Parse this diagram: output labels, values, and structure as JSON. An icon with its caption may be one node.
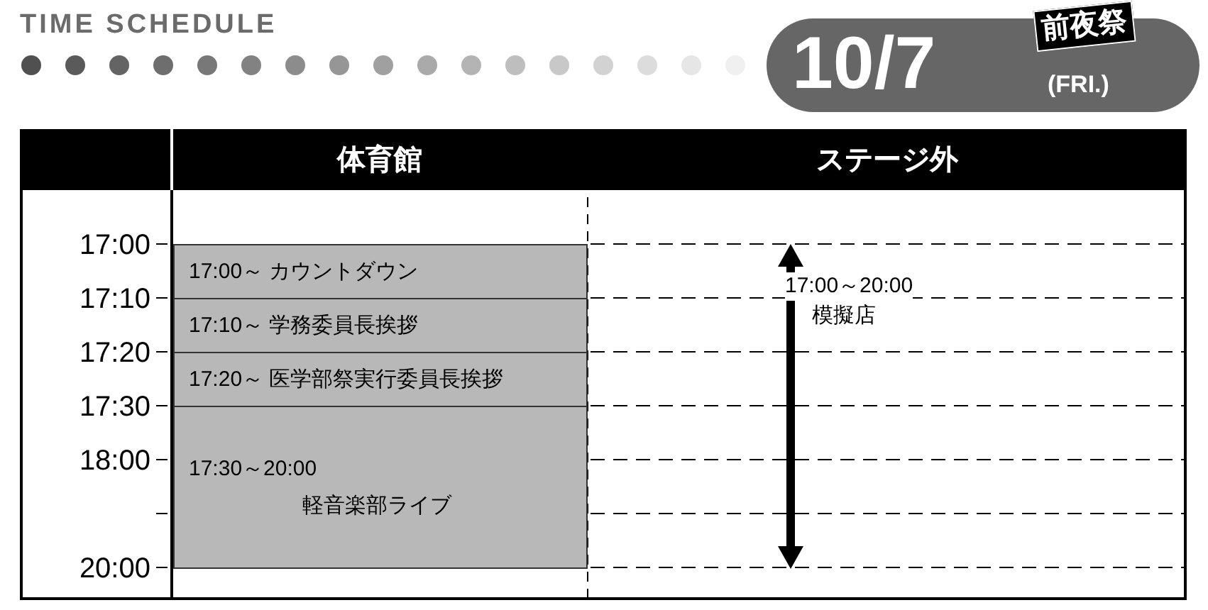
{
  "diagram": {
    "title": "TIME SCHEDULE",
    "nodes": [
      {
        "text": [
          "10/7",
          "(FRI.)"
        ]
      },
      {
        "text": [
          "前夜祭"
        ]
      },
      {
        "text": [
          "17:00～ カウントダウン"
        ]
      },
      {
        "text": [
          "17:10～ 学務委員長挨拶"
        ]
      },
      {
        "text": [
          "17:20～ 医学部祭実行委員長挨拶"
        ]
      },
      {
        "text": [
          "17:30～20:00",
          "軽音楽部ライブ"
        ]
      }
    ],
    "labels": [
      "体育館",
      "ステージ外",
      "17:00",
      "17:10",
      "17:20",
      "17:30",
      "18:00",
      "20:00",
      "17:00～20:00",
      "模擬店"
    ]
  }
}
